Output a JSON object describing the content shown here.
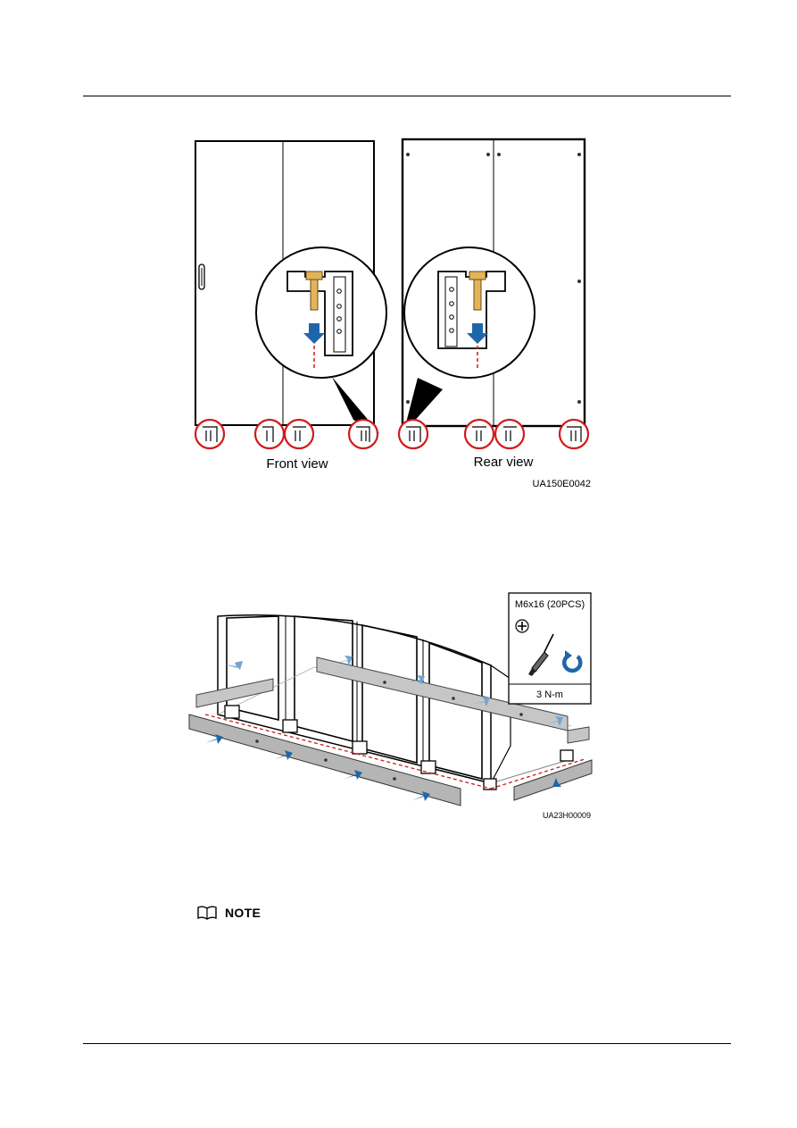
{
  "figure1": {
    "caption_left": "Front view",
    "caption_right": "Rear view",
    "figure_id": "UA150E0042"
  },
  "figure2": {
    "spec_label": "M6x16 (20PCS)",
    "torque": "3 N-m",
    "figure_id": "UA23H00009"
  },
  "note": {
    "label": "NOTE",
    "icon": "open-book-icon"
  },
  "colors": {
    "callout_red": "#d11a1a",
    "arrow_blue": "#1f66a8",
    "arrow_light_blue": "#6fa4d3",
    "bolt_gold": "#e3b45a"
  }
}
